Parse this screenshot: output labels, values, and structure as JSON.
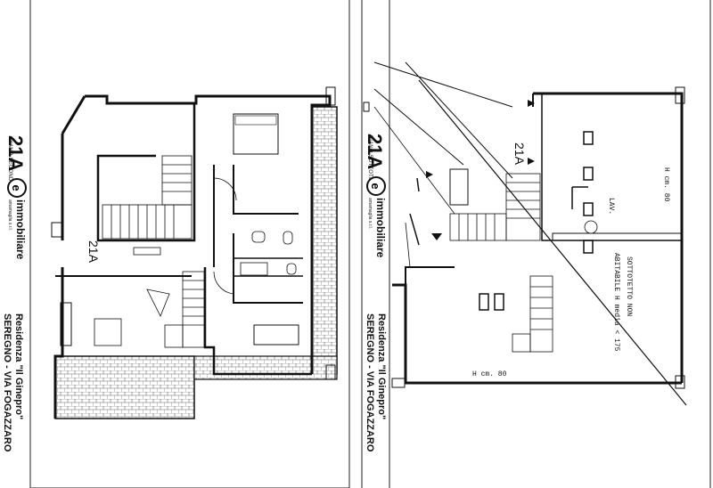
{
  "left_sheet": {
    "unit": "21A",
    "floor": "PIANO SECONDO",
    "logo_letter": "e",
    "brand": "immobiliare",
    "brand_sub": "amamaglia s.r.l.",
    "title_line1": "Residenza \"Il Ginepro\"",
    "title_line2": "SEREGNO - VIA FOGAZZARO",
    "plan_unit_label": "21A"
  },
  "right_sheet": {
    "unit": "21A",
    "floor": "PIANO SOTTOTETTO",
    "logo_letter": "e",
    "brand": "immobiliare",
    "brand_sub": "amamaglia s.r.l.",
    "title_line1": "Residenza \"Il Ginepro\"",
    "title_line2": "SEREGNO - VIA FOGAZZARO",
    "plan_unit_label": "21A",
    "height_top": "H cm. 80",
    "height_bottom": "H cm. 80",
    "lav_label": "LAV.",
    "attic_line1": "SOTTOTETTO NON",
    "attic_line2": "ABITABILE H media < 175"
  },
  "colors": {
    "line": "#111111",
    "paper": "#ffffff",
    "hatch": "#555555"
  }
}
